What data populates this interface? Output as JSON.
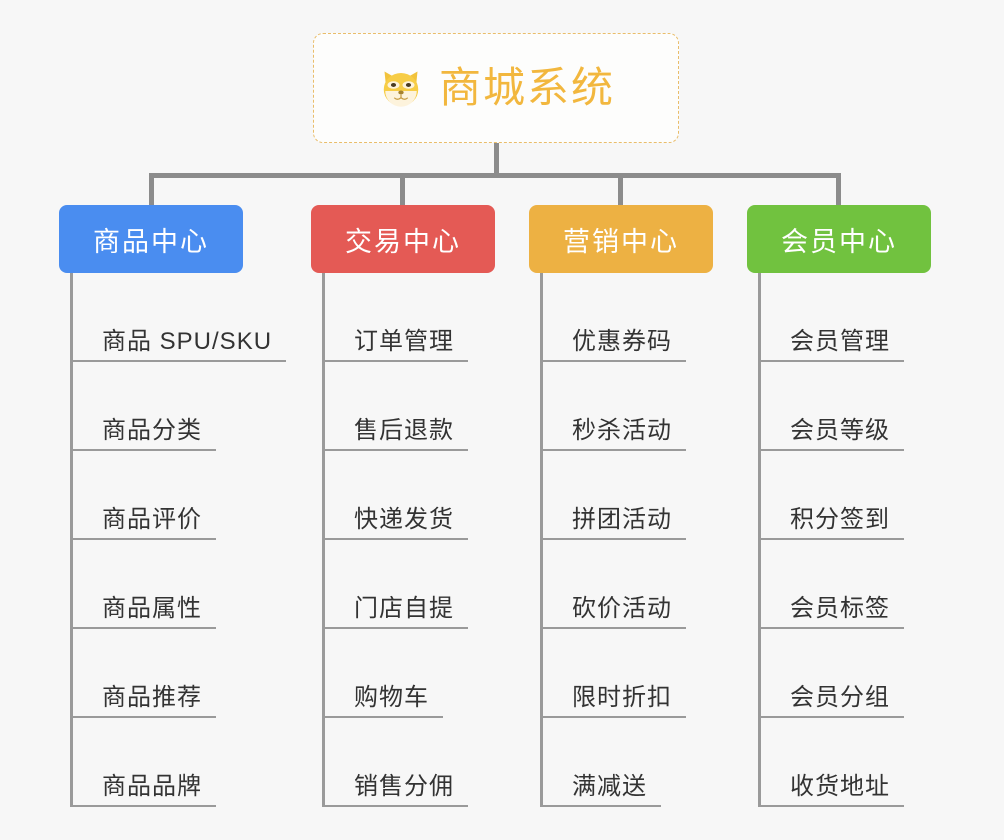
{
  "page": {
    "background_color": "#f7f7f7",
    "type": "org-chart"
  },
  "root": {
    "title": "商城系统",
    "icon": "shiba-dog-icon",
    "title_color": "#f2b73e",
    "border_color": "#e9bd6a"
  },
  "columns": [
    {
      "title": "商品中心",
      "color": "#4a8df0",
      "items": [
        "商品 SPU/SKU",
        "商品分类",
        "商品评价",
        "商品属性",
        "商品推荐",
        "商品品牌"
      ]
    },
    {
      "title": "交易中心",
      "color": "#e45a55",
      "items": [
        "订单管理",
        "售后退款",
        "快递发货",
        "门店自提",
        "购物车",
        "销售分佣"
      ]
    },
    {
      "title": "营销中心",
      "color": "#edb143",
      "items": [
        "优惠券码",
        "秒杀活动",
        "拼团活动",
        "砍价活动",
        "限时折扣",
        "满减送"
      ]
    },
    {
      "title": "会员中心",
      "color": "#71c23f",
      "items": [
        "会员管理",
        "会员等级",
        "积分签到",
        "会员标签",
        "会员分组",
        "收货地址"
      ]
    }
  ],
  "connector": {
    "color": "#8c8c8c"
  }
}
